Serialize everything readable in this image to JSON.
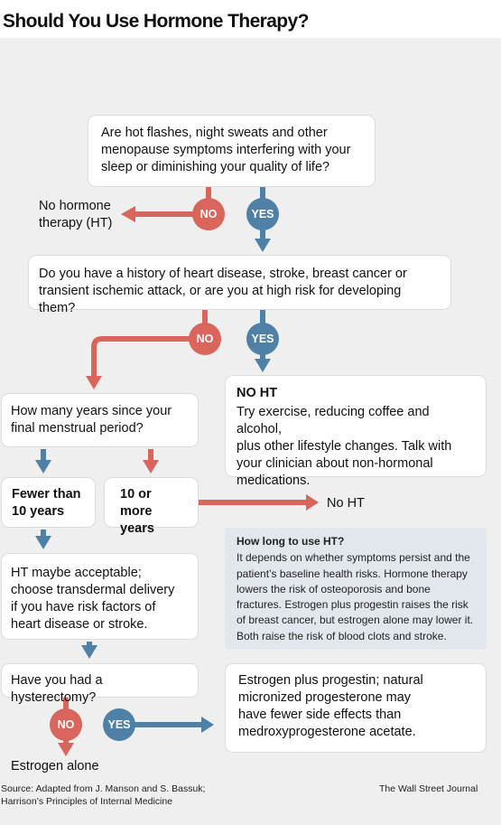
{
  "title": "Should You Use Hormone Therapy?",
  "questions": {
    "q1": "Are hot flashes, night sweats and other\nmenopause symptoms interfering with your\nsleep or diminishing your quality of life?",
    "q2": "Do you have a history of heart disease, stroke, breast cancer or\ntransient ischemic attack, or are you at high risk for developing them?",
    "q3": "How many years since your\nfinal menstrual period?",
    "q4": "Have you had a hysterectomy?"
  },
  "answers": {
    "no": "NO",
    "yes": "YES"
  },
  "outcomes": {
    "no_ht_1": "No hormone\ntherapy (HT)",
    "no_ht_box_heading": "NO HT",
    "no_ht_box_text": "Try exercise, reducing coffee and alcohol,\nplus other lifestyle changes. Talk with\nyour clinician about non-hormonal\nmedications.",
    "fewer_than_10": "Fewer than\n10 years",
    "ten_or_more": "10 or more\nyears",
    "no_ht_2": "No HT",
    "ht_maybe": "HT maybe acceptable;\nchoose transdermal delivery\nif you have risk factors of\nheart disease or stroke.",
    "estrogen_plus_progestin": "Estrogen plus progestin; natural\nmicronized progesterone may\nhave fewer side effects than\nmedroxyprogesterone acetate.",
    "estrogen_alone": "Estrogen alone"
  },
  "info": {
    "heading": "How long to use HT?",
    "text": "It depends on whether symptoms persist and the\npatient’s baseline health risks. Hormone therapy\nlowers the risk of osteoporosis and bone\nfractures. Estrogen plus progestin raises the risk\nof breast cancer, but estrogen alone may lower it.\nBoth raise the risk of blood clots and stroke."
  },
  "source": "Source: Adapted from J. Manson and S. Bassuk;\nHarrison’s Principles of Internal Medicine",
  "credit": "The Wall Street Journal",
  "colors": {
    "no": "#d9655c",
    "yes": "#4f81a6",
    "background": "#efefef",
    "info_panel": "#e2e7ed"
  }
}
